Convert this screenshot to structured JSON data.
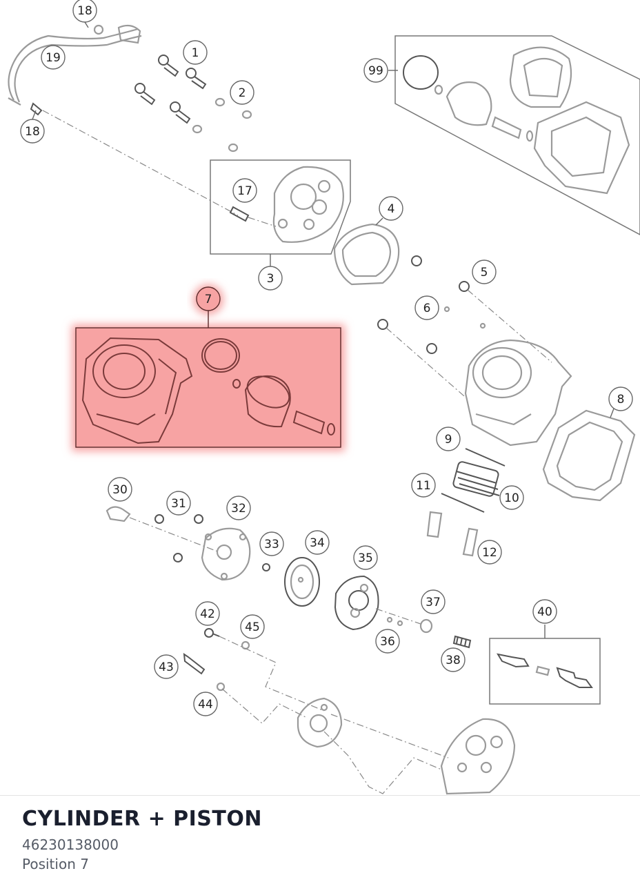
{
  "diagram": {
    "callouts": {
      "c18a": "18",
      "c19": "19",
      "c18b": "18",
      "c1": "1",
      "c2": "2",
      "c99": "99",
      "c17": "17",
      "c3": "3",
      "c4": "4",
      "c5": "5",
      "c6": "6",
      "c7": "7",
      "c8": "8",
      "c9": "9",
      "c10": "10",
      "c11": "11",
      "c12": "12",
      "c30": "30",
      "c31": "31",
      "c32": "32",
      "c33": "33",
      "c34": "34",
      "c35": "35",
      "c36": "36",
      "c37": "37",
      "c38": "38",
      "c40": "40",
      "c42": "42",
      "c43": "43",
      "c44": "44",
      "c45": "45"
    },
    "highlight_color": "#f08080"
  },
  "part": {
    "title": "CYLINDER + PISTON",
    "number": "46230138000",
    "position": "Position 7"
  }
}
